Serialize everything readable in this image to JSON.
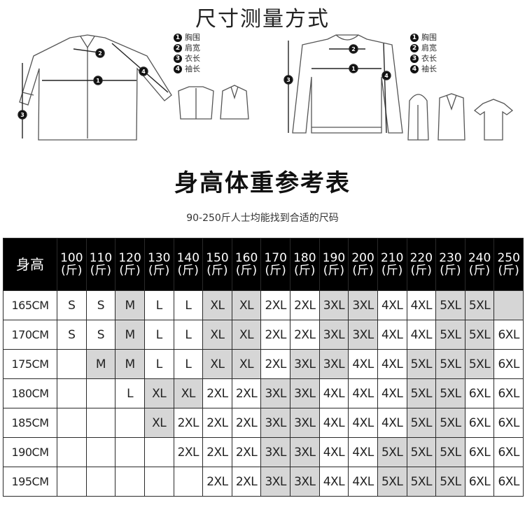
{
  "page": {
    "title": "尺寸测量方式",
    "subtitle_heading": "身高体重参考表",
    "range_note": "90-250斤人士均能找到合适的尺码"
  },
  "legend_shirt": [
    {
      "num": "1",
      "label": "胸围"
    },
    {
      "num": "2",
      "label": "肩宽"
    },
    {
      "num": "3",
      "label": "衣长"
    },
    {
      "num": "4",
      "label": "袖长"
    }
  ],
  "legend_sweater": [
    {
      "num": "1",
      "label": "胸围"
    },
    {
      "num": "2",
      "label": "肩宽"
    },
    {
      "num": "3",
      "label": "衣长"
    },
    {
      "num": "4",
      "label": "袖长"
    }
  ],
  "table": {
    "corner": "身高",
    "weights": [
      {
        "value": "100",
        "unit": "(斤)"
      },
      {
        "value": "110",
        "unit": "(斤)"
      },
      {
        "value": "120",
        "unit": "(斤)"
      },
      {
        "value": "130",
        "unit": "(斤)"
      },
      {
        "value": "140",
        "unit": "(斤)"
      },
      {
        "value": "150",
        "unit": "(斤)"
      },
      {
        "value": "160",
        "unit": "(斤)"
      },
      {
        "value": "170",
        "unit": "(斤)"
      },
      {
        "value": "180",
        "unit": "(斤)"
      },
      {
        "value": "190",
        "unit": "(斤)"
      },
      {
        "value": "200",
        "unit": "(斤)"
      },
      {
        "value": "210",
        "unit": "(斤)"
      },
      {
        "value": "220",
        "unit": "(斤)"
      },
      {
        "value": "230",
        "unit": "(斤)"
      },
      {
        "value": "240",
        "unit": "(斤)"
      },
      {
        "value": "250",
        "unit": "(斤)"
      }
    ],
    "rows": [
      {
        "height": "165CM",
        "sizes": [
          "S",
          "S",
          "M",
          "L",
          "L",
          "XL",
          "XL",
          "2XL",
          "2XL",
          "3XL",
          "3XL",
          "4XL",
          "4XL",
          "5XL",
          "5XL",
          ""
        ],
        "shade": [
          0,
          0,
          1,
          0,
          0,
          1,
          1,
          0,
          0,
          1,
          1,
          0,
          0,
          1,
          1,
          1
        ]
      },
      {
        "height": "170CM",
        "sizes": [
          "S",
          "S",
          "M",
          "L",
          "L",
          "XL",
          "XL",
          "2XL",
          "2XL",
          "3XL",
          "3XL",
          "4XL",
          "4XL",
          "5XL",
          "5XL",
          "6XL"
        ],
        "shade": [
          0,
          0,
          1,
          0,
          0,
          1,
          1,
          0,
          0,
          1,
          1,
          0,
          0,
          1,
          1,
          0
        ]
      },
      {
        "height": "175CM",
        "sizes": [
          "",
          "M",
          "M",
          "L",
          "L",
          "XL",
          "XL",
          "2XL",
          "3XL",
          "3XL",
          "4XL",
          "4XL",
          "5XL",
          "5XL",
          "5XL",
          "6XL"
        ],
        "shade": [
          0,
          1,
          1,
          0,
          0,
          1,
          1,
          0,
          1,
          1,
          0,
          0,
          1,
          1,
          1,
          0
        ]
      },
      {
        "height": "180CM",
        "sizes": [
          "",
          "",
          "L",
          "XL",
          "XL",
          "2XL",
          "2XL",
          "3XL",
          "3XL",
          "4XL",
          "4XL",
          "4XL",
          "5XL",
          "5XL",
          "6XL",
          "6XL"
        ],
        "shade": [
          0,
          0,
          0,
          1,
          1,
          0,
          0,
          1,
          1,
          0,
          0,
          0,
          1,
          1,
          0,
          0
        ]
      },
      {
        "height": "185CM",
        "sizes": [
          "",
          "",
          "",
          "XL",
          "2XL",
          "2XL",
          "2XL",
          "3XL",
          "3XL",
          "4XL",
          "4XL",
          "4XL",
          "5XL",
          "5XL",
          "6XL",
          "6XL"
        ],
        "shade": [
          0,
          0,
          0,
          1,
          0,
          0,
          0,
          1,
          1,
          0,
          0,
          0,
          1,
          1,
          0,
          0
        ]
      },
      {
        "height": "190CM",
        "sizes": [
          "",
          "",
          "",
          "",
          "2XL",
          "2XL",
          "2XL",
          "3XL",
          "3XL",
          "4XL",
          "4XL",
          "5XL",
          "5XL",
          "5XL",
          "6XL",
          "6XL"
        ],
        "shade": [
          0,
          0,
          0,
          0,
          0,
          0,
          0,
          1,
          1,
          0,
          0,
          1,
          1,
          1,
          0,
          0
        ]
      },
      {
        "height": "195CM",
        "sizes": [
          "",
          "",
          "",
          "",
          "",
          "2XL",
          "2XL",
          "3XL",
          "3XL",
          "4XL",
          "4XL",
          "5XL",
          "5XL",
          "5XL",
          "6XL",
          "6XL"
        ],
        "shade": [
          0,
          0,
          0,
          0,
          0,
          0,
          0,
          1,
          1,
          0,
          0,
          1,
          1,
          1,
          0,
          0
        ]
      }
    ]
  },
  "colors": {
    "header_bg": "#000000",
    "shade": "#d6d6d6"
  }
}
